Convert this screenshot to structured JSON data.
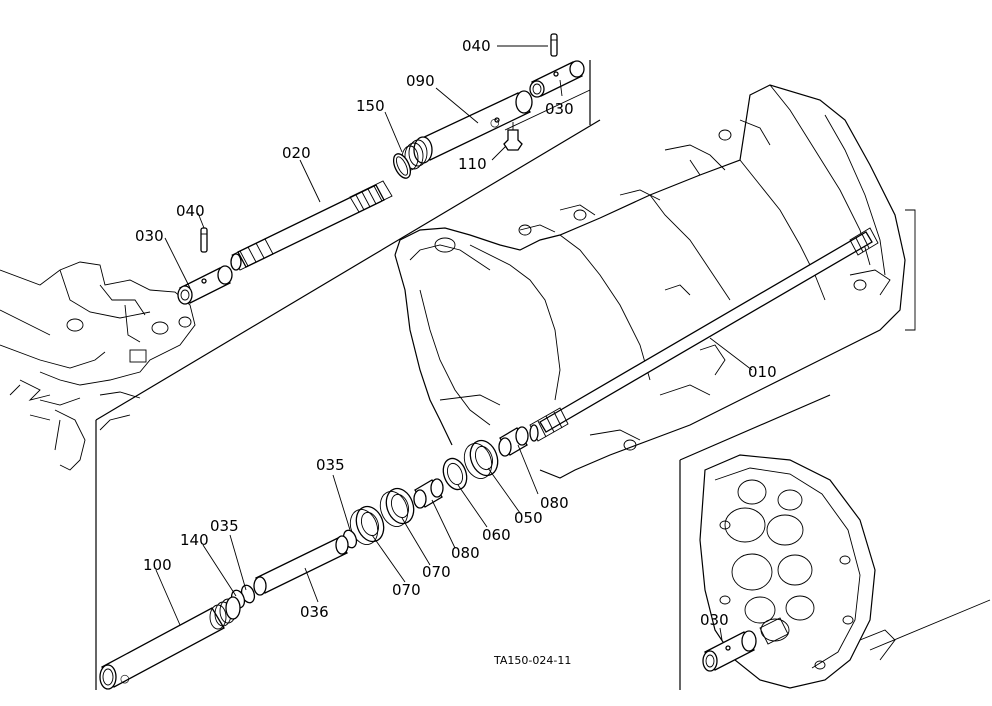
{
  "diagram": {
    "reference_code": "TA150-024-11",
    "callouts": [
      {
        "id": "c040a",
        "text": "040"
      },
      {
        "id": "c030a",
        "text": "030"
      },
      {
        "id": "c090",
        "text": "090"
      },
      {
        "id": "c150",
        "text": "150"
      },
      {
        "id": "c110",
        "text": "110"
      },
      {
        "id": "c020",
        "text": "020"
      },
      {
        "id": "c040b",
        "text": "040"
      },
      {
        "id": "c030b",
        "text": "030"
      },
      {
        "id": "c010",
        "text": "010"
      },
      {
        "id": "c080a",
        "text": "080"
      },
      {
        "id": "c050",
        "text": "050"
      },
      {
        "id": "c060",
        "text": "060"
      },
      {
        "id": "c080b",
        "text": "080"
      },
      {
        "id": "c035a",
        "text": "035"
      },
      {
        "id": "c070a",
        "text": "070"
      },
      {
        "id": "c070b",
        "text": "070"
      },
      {
        "id": "c036",
        "text": "036"
      },
      {
        "id": "c035b",
        "text": "035"
      },
      {
        "id": "c140",
        "text": "140"
      },
      {
        "id": "c100",
        "text": "100"
      },
      {
        "id": "c030c",
        "text": "030"
      }
    ]
  }
}
